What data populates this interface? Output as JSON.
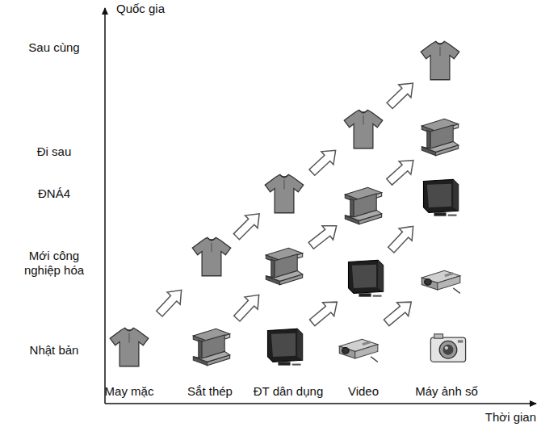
{
  "diagram": {
    "labels": [
      "Quốc gia",
      "Thời gian",
      "Sau cùng",
      "Đi sau",
      "ĐNÁ4",
      "Mới công nghiệp hóa",
      "Nhật bản",
      "May mặc",
      "Sắt thép",
      "ĐT dân dụng",
      "Video",
      "Máy ảnh số"
    ]
  }
}
